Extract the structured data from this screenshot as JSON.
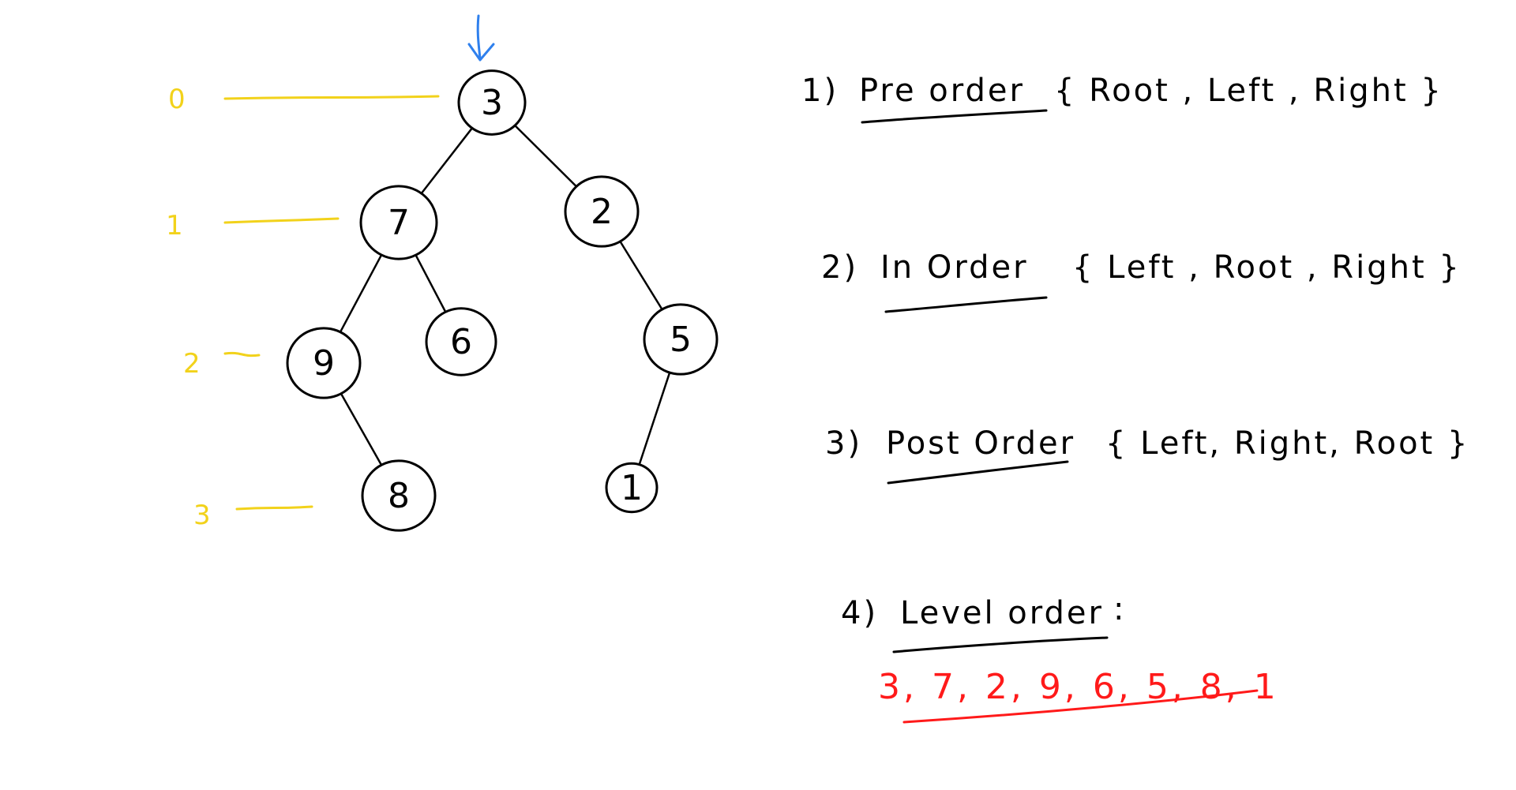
{
  "colors": {
    "ink": "#000000",
    "level_marker": "#f2d21b",
    "root_arrow": "#2f80ed",
    "result": "#ff1a1a"
  },
  "icons": {
    "root_pointer": "down-arrow-icon"
  },
  "tree": {
    "nodes": [
      {
        "id": "n3",
        "label": "3"
      },
      {
        "id": "n7",
        "label": "7"
      },
      {
        "id": "n2",
        "label": "2"
      },
      {
        "id": "n9",
        "label": "9"
      },
      {
        "id": "n6",
        "label": "6"
      },
      {
        "id": "n5",
        "label": "5"
      },
      {
        "id": "n8",
        "label": "8"
      },
      {
        "id": "n1",
        "label": "1"
      }
    ],
    "edges": [
      [
        "n3",
        "n7"
      ],
      [
        "n3",
        "n2"
      ],
      [
        "n7",
        "n9"
      ],
      [
        "n7",
        "n6"
      ],
      [
        "n2",
        "n5"
      ],
      [
        "n9",
        "n8"
      ],
      [
        "n5",
        "n1"
      ]
    ]
  },
  "levels": [
    "0",
    "1",
    "2",
    "3"
  ],
  "traversals": [
    {
      "number": "1)",
      "name": "Pre order",
      "rule": "{ Root , Left , Right }"
    },
    {
      "number": "2)",
      "name": "In Order",
      "rule": "{ Left , Root , Right }"
    },
    {
      "number": "3)",
      "name": "Post Order",
      "rule": "{ Left, Right, Root }"
    },
    {
      "number": "4)",
      "name": "Level order",
      "rule": ":"
    }
  ],
  "level_order_result": "3, 7, 2, 9, 6, 5, 8, 1"
}
